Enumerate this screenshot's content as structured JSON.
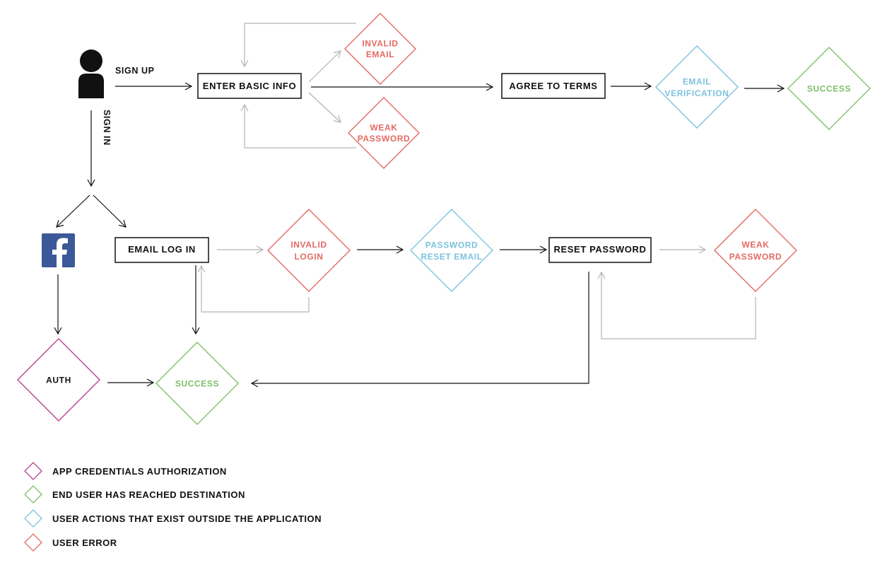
{
  "colors": {
    "auth": "#b8448f",
    "success": "#7fbf6a",
    "external": "#7cc3df",
    "error": "#e46a62",
    "flow": "#111111",
    "loop": "#b3b3b3",
    "facebook": "#3b5998"
  },
  "icons": {
    "user": "user-icon",
    "facebook": "facebook-icon"
  },
  "edges": {
    "sign_up": "SIGN UP",
    "sign_in": "SIGN IN"
  },
  "boxes": {
    "enter_basic_info": "ENTER BASIC INFO",
    "agree_to_terms": "AGREE TO TERMS",
    "email_log_in": "EMAIL LOG IN",
    "reset_password": "RESET PASSWORD"
  },
  "diamonds": {
    "invalid_email": [
      "INVALID",
      "EMAIL"
    ],
    "weak_password_top": [
      "WEAK",
      "PASSWORD"
    ],
    "email_verification": [
      "EMAIL",
      "VERIFICATION"
    ],
    "success_top": [
      "SUCCESS"
    ],
    "invalid_login": [
      "INVALID",
      "LOGIN"
    ],
    "password_reset_email": [
      "PASSWORD",
      "RESET EMAIL"
    ],
    "weak_password_right": [
      "WEAK",
      "PASSWORD"
    ],
    "auth": [
      "AUTH"
    ],
    "success_bottom": [
      "SUCCESS"
    ]
  },
  "legend": [
    {
      "label": "APP CREDENTIALS AUTHORIZATION",
      "category": "auth"
    },
    {
      "label": "END USER HAS REACHED DESTINATION",
      "category": "success"
    },
    {
      "label": "USER ACTIONS THAT EXIST OUTSIDE THE APPLICATION",
      "category": "external"
    },
    {
      "label": "USER ERROR",
      "category": "error"
    }
  ]
}
